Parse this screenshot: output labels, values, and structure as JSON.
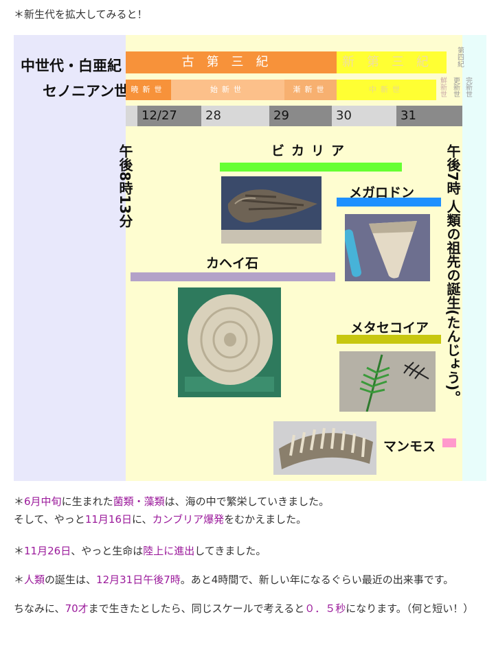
{
  "intro": "＊新生代を拡大してみると！",
  "rows": {
    "era_label": "中世代・白亜紀",
    "epoch_label": "セノニアン世"
  },
  "eras": {
    "paleogene": "古第三紀",
    "neogene": "新第三紀",
    "quaternary": "第四紀"
  },
  "epochs": {
    "paleocene": "暁新世",
    "eocene": "始新世",
    "oligocene": "漸新世",
    "miocene": "中新世",
    "pliocene": "鮮新世",
    "pleistocene": "更新世",
    "holocene": "完新世"
  },
  "dates": [
    "12/27",
    "28",
    "29",
    "30",
    "31"
  ],
  "start_note": "午後8時13分",
  "end_note": "午後7時 人類の祖先の誕生(たんじょう)。",
  "fossils": {
    "vicarya": "ビカリア",
    "megalodon": "メガロドン",
    "nummulites": "カヘイ石",
    "metasequoia": "メタセコイア",
    "mammoth": "マンモス"
  },
  "colors": {
    "paleogene": "#f7923a",
    "neogene": "#ffff33",
    "vicarya": "#66ff33",
    "megalodon": "#1e90ff",
    "nummulites": "#b3a2c8",
    "metasequoia": "#c7c710",
    "mammoth": "#ff99cc",
    "highlight": "#9b1a9b"
  },
  "paragraphs": {
    "p1a": {
      "t1": "＊",
      "h1": "6月中旬",
      "t2": "に生まれた",
      "h2": "菌類・藻類",
      "t3": "は、海の中で繁栄していきました。"
    },
    "p1b": {
      "t1": "そして、やっと",
      "h1": "11月16日",
      "t2": "に、",
      "h2": "カンブリア爆発",
      "t3": "をむかえました。"
    },
    "p2": {
      "t1": "＊",
      "h1": "11月26日",
      "t2": "、やっと生命は",
      "h2": "陸上に進出",
      "t3": "してきました。"
    },
    "p3": {
      "t1": "＊",
      "h1": "人類",
      "t2": "の誕生は、",
      "h2": "12月31日午後7時",
      "t3": "。あと4時間で、新しい年になるぐらい最近の出来事です。"
    },
    "p4": {
      "t1": "ちなみに、",
      "h1": "70才",
      "t2": "まで生きたとしたら、同じスケールで考えると",
      "h2": "０．５秒",
      "t3": "になります。（何と短い！）"
    }
  }
}
